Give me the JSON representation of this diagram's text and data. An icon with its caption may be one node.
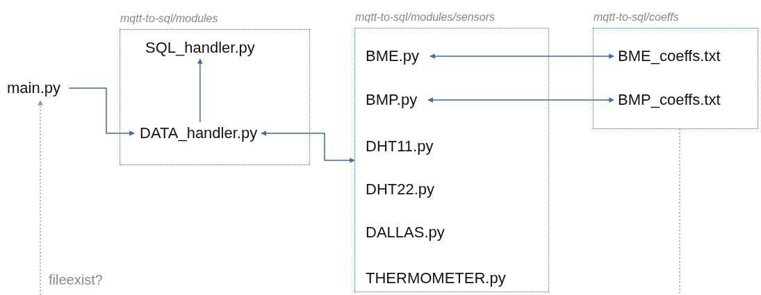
{
  "diagram": {
    "nodes": [
      {
        "text": [
          "main.py"
        ]
      },
      {
        "text": [
          "mqtt-to-sql/modules"
        ]
      },
      {
        "text": [
          "SQL_handler.py"
        ],
        "in": 1
      },
      {
        "text": [
          "DATA_handler.py"
        ],
        "in": 1
      },
      {
        "text": [
          "mqtt-to-sql/modules/sensors"
        ]
      },
      {
        "text": [
          "BME.py"
        ],
        "in": 4
      },
      {
        "text": [
          "BMP.py"
        ],
        "in": 4
      },
      {
        "text": [
          "DHT11.py"
        ],
        "in": 4
      },
      {
        "text": [
          "DHT22.py"
        ],
        "in": 4
      },
      {
        "text": [
          "DALLAS.py"
        ],
        "in": 4
      },
      {
        "text": [
          "THERMOMETER.py"
        ],
        "in": 4
      },
      {
        "text": [
          "mqtt-to-sql/coeffs"
        ]
      },
      {
        "text": [
          "BME_coeffs.txt"
        ],
        "in": 11
      },
      {
        "text": [
          "BMP_coeffs.txt"
        ],
        "in": 11
      }
    ],
    "edges": [
      {
        "from": 0,
        "to": 3,
        "arrow": "to"
      },
      {
        "from": 3,
        "to": 2,
        "arrow": "to"
      },
      {
        "from": 3,
        "to": 4,
        "arrow": "both"
      },
      {
        "from": 5,
        "to": 12,
        "arrow": "both"
      },
      {
        "from": 6,
        "to": 13,
        "arrow": "both"
      },
      {
        "from": null,
        "to": 0,
        "arrow": "to",
        "style": "dashed",
        "color": "#999999"
      },
      {
        "from": 11,
        "to": null,
        "arrow": "none",
        "style": "dashed",
        "color": "#999999"
      }
    ],
    "labels": [
      "fileexist?"
    ]
  }
}
